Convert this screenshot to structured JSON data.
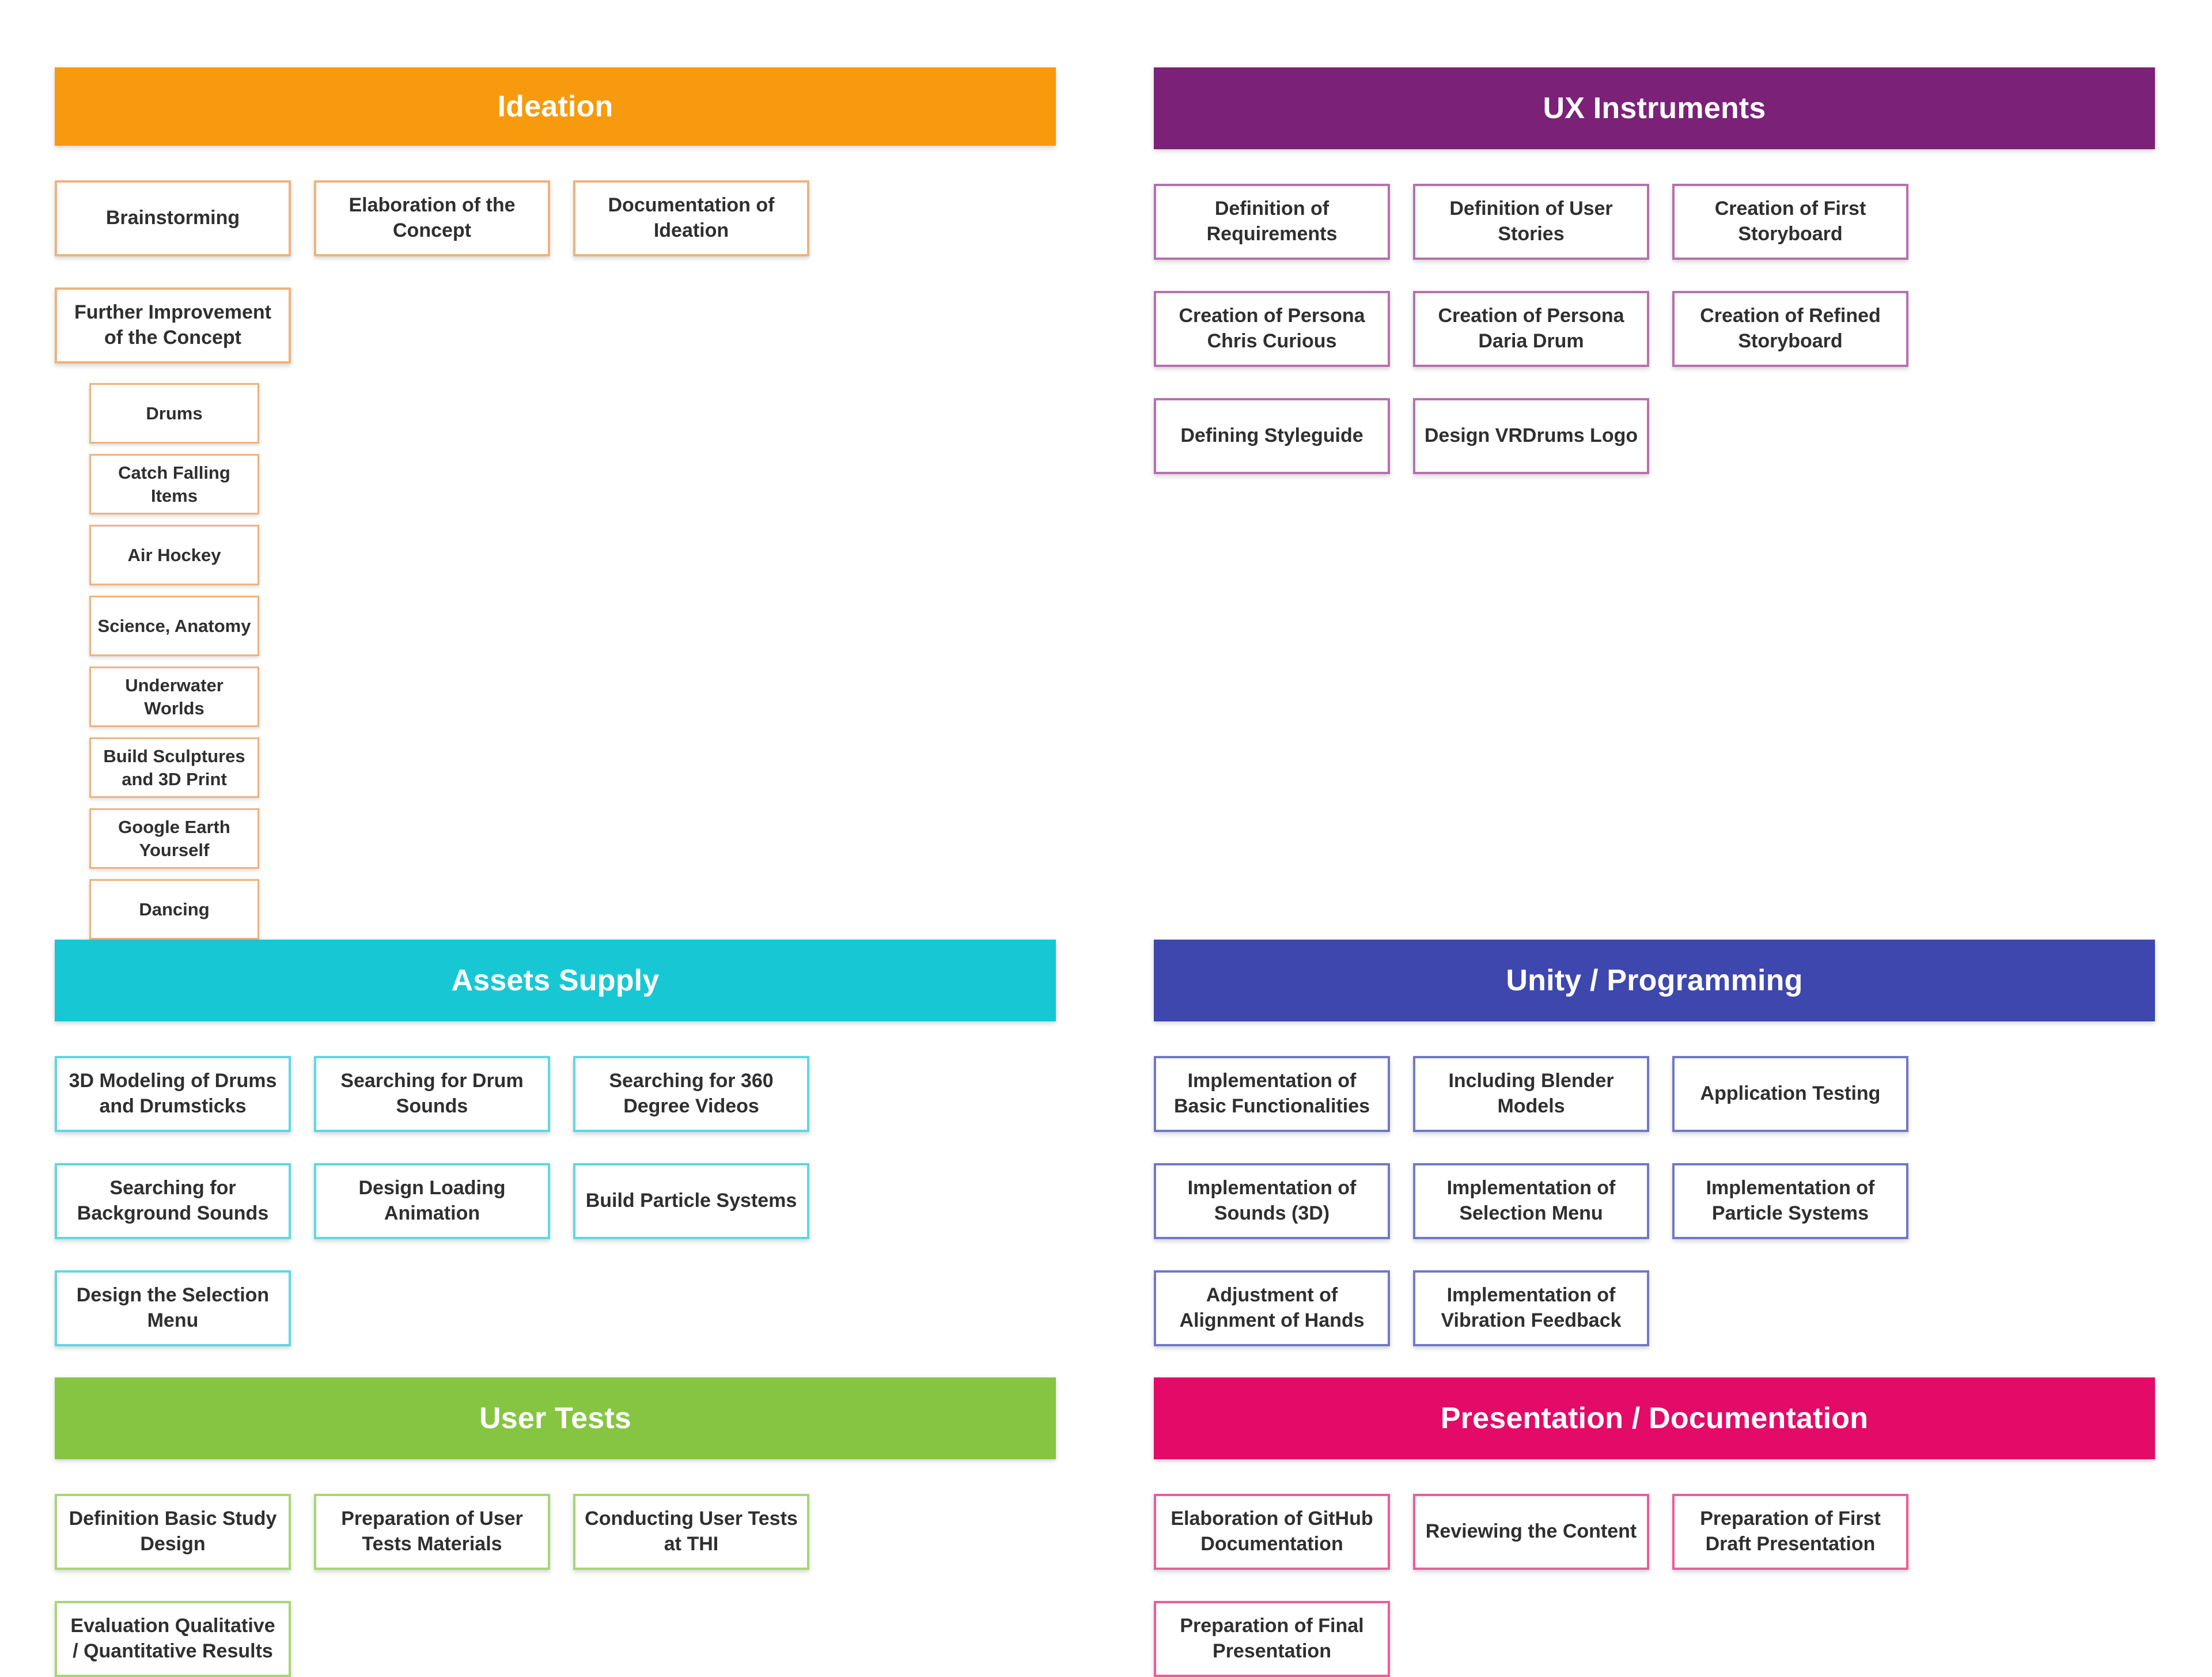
{
  "sections": [
    {
      "id": "ideation",
      "title": "Ideation",
      "accent": "#F89A0D",
      "border": "#F0B27C",
      "cards": [
        "Brainstorming",
        "Elaboration of the Concept",
        "Documentation of Ideation",
        "Further Improvement of the Concept"
      ],
      "subcards": [
        "Drums",
        "Catch Falling Items",
        "Air Hockey",
        "Science, Anatomy",
        "Underwater Worlds",
        "Build Sculptures and 3D Print",
        "Google Earth Yourself",
        "Dancing"
      ]
    },
    {
      "id": "ux-instruments",
      "title": "UX Instruments",
      "accent": "#7B2178",
      "border": "#B571AE",
      "cards": [
        "Definition of Requirements",
        "Definition of User Stories",
        "Creation of First Storyboard",
        "Creation of Persona Chris Curious",
        "Creation of Persona Daria Drum",
        "Creation of Refined Storyboard",
        "Defining Styleguide",
        "Design VRDrums Logo"
      ],
      "subcards": []
    },
    {
      "id": "assets-supply",
      "title": "Assets Supply",
      "accent": "#17C8D4",
      "border": "#5ED8E2",
      "cards": [
        "3D Modeling of Drums and Drumsticks",
        "Searching for Drum Sounds",
        "Searching for 360 Degree Videos",
        "Searching for Background Sounds",
        "Design Loading Animation",
        "Build Particle Systems",
        "Design the Selection Menu"
      ],
      "subcards": []
    },
    {
      "id": "unity-programming",
      "title": "Unity / Programming",
      "accent": "#3D47AE",
      "border": "#7079C6",
      "cards": [
        "Implementation of Basic Functionalities",
        "Including Blender Models",
        "Application Testing",
        "Implementation of Sounds (3D)",
        "Implementation of Selection Menu",
        "Implementation of Particle Systems",
        "Adjustment of Alignment of Hands",
        "Implementation of Vibration Feedback"
      ],
      "subcards": []
    },
    {
      "id": "user-tests",
      "title": "User Tests",
      "accent": "#86C541",
      "border": "#A8D673",
      "cards": [
        "Definition Basic Study Design",
        "Preparation of User Tests Materials",
        "Conducting User Tests at THI",
        "Evaluation Qualitative / Quantitative Results"
      ],
      "subcards": []
    },
    {
      "id": "presentation-documentation",
      "title": "Presentation / Documentation",
      "accent": "#E30A68",
      "border": "#EC5D98",
      "cards": [
        "Elaboration of GitHub Documentation",
        "Reviewing the Content",
        "Preparation of First Draft Presentation",
        "Preparation of Final Presentation"
      ],
      "subcards": []
    }
  ]
}
